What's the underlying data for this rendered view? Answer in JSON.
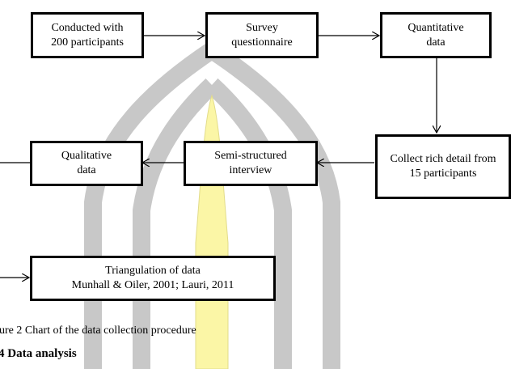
{
  "boxes": {
    "conducted": [
      "Conducted with",
      "200 participants"
    ],
    "survey": [
      "Survey",
      "questionnaire"
    ],
    "quantitative": [
      "Quantitative",
      "data"
    ],
    "collect": [
      "Collect rich detail from",
      "15 participants"
    ],
    "semi": [
      "Semi-structured",
      "interview"
    ],
    "qualitative": [
      "Qualitative",
      "data"
    ],
    "triangulation": [
      "Triangulation of data",
      "Munhall & Oiler, 2001; Lauri, 2011"
    ]
  },
  "caption": "gure 2 Chart of the data collection procedure",
  "heading": "4 Data analysis",
  "colors": {
    "border": "#000000",
    "watermark_gray": "#c8c8c8",
    "watermark_yellow": "#fbf6a6"
  }
}
